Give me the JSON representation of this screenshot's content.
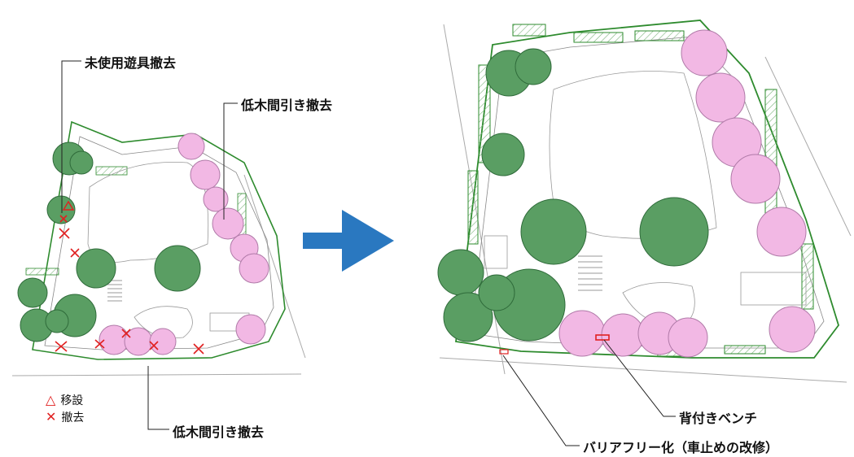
{
  "annotations": {
    "unused_play_equipment_removal": "未使用遊具撤去",
    "shrub_thinning_top": "低木間引き撤去",
    "shrub_thinning_bottom": "低木間引き撤去",
    "bench_with_back": "背付きベンチ",
    "barrier_free": "バリアフリー化（車止めの改修）"
  },
  "legend": {
    "relocation": {
      "symbol": "△",
      "label": "移設"
    },
    "removal": {
      "symbol": "✕",
      "label": "撤去"
    }
  },
  "colors": {
    "tree_green": "#4e9a5c",
    "tree_green_dark": "#2f7a3e",
    "tree_pink": "#f2b8e4",
    "path_green": "#2e8b2e",
    "arrow_blue": "#2a78c0",
    "mark_red": "#e02020"
  }
}
